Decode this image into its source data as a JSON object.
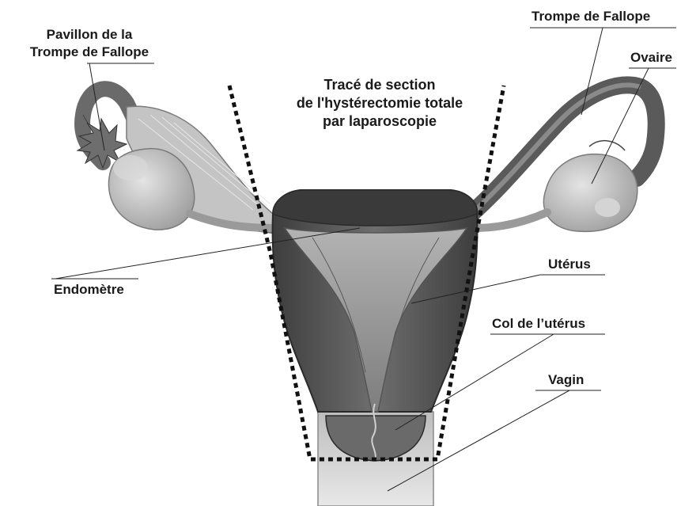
{
  "title_lines": [
    "Tracé de section",
    "de l'hystérectomie totale",
    "par laparoscopie"
  ],
  "labels": {
    "pavillon_line1": "Pavillon de la",
    "pavillon_line2": "Trompe de Fallope",
    "trompe": "Trompe de Fallope",
    "ovaire": "Ovaire",
    "endometre": "Endomètre",
    "uterus": "Utérus",
    "col": "Col de l’utérus",
    "vagin": "Vagin"
  },
  "colors": {
    "uterus_dark": "#4a4a4a",
    "uterus_mid": "#7a7a7a",
    "cavity": "#9a9a9a",
    "tissue_light": "#c9c9c9",
    "outline": "#2a2a2a",
    "section_line": "#111111"
  }
}
